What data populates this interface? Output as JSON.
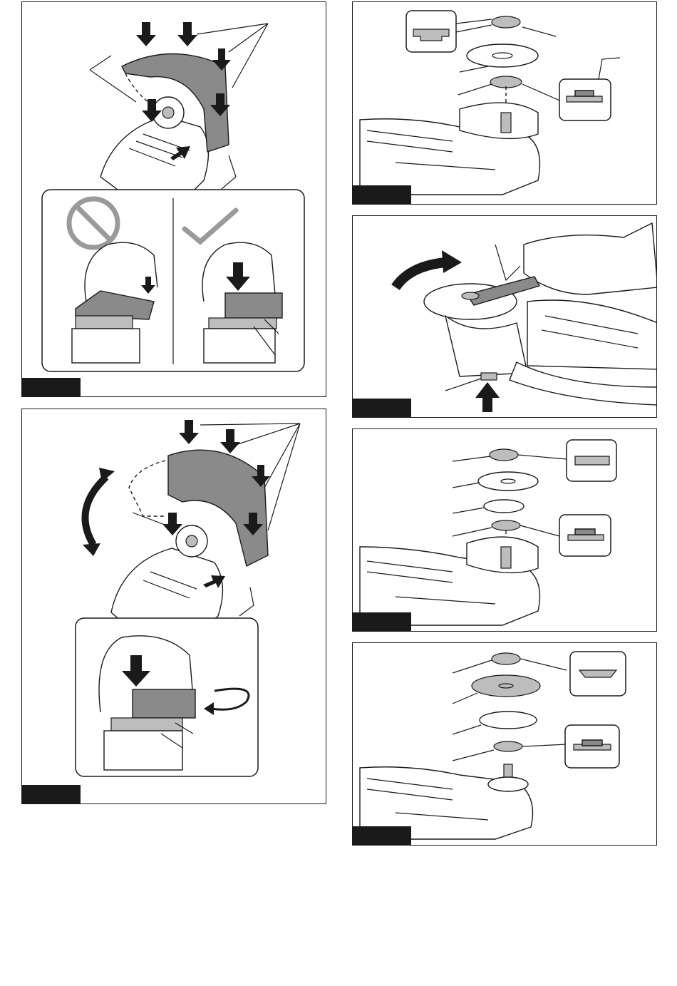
{
  "page": {
    "figures": [
      {
        "id": "fig-guard-check",
        "caption": ""
      },
      {
        "id": "fig-guard-rotate",
        "caption": ""
      },
      {
        "id": "fig-flange-install",
        "caption": ""
      },
      {
        "id": "fig-wrench-lock",
        "caption": ""
      },
      {
        "id": "fig-ezynut-stack",
        "caption": ""
      },
      {
        "id": "fig-cut-off-stack",
        "caption": ""
      }
    ]
  },
  "colors": {
    "ink": "#1a1a1a",
    "guard_fill": "#8a8a8a",
    "prohibit_symbol": "#9a9a9a",
    "check_symbol": "#9a9a9a"
  },
  "icons": [
    "down-arrow-icon",
    "prohibited-icon",
    "checkmark-icon",
    "rotate-arrow-icon",
    "curved-arrow-icon",
    "push-arrow-icon"
  ]
}
